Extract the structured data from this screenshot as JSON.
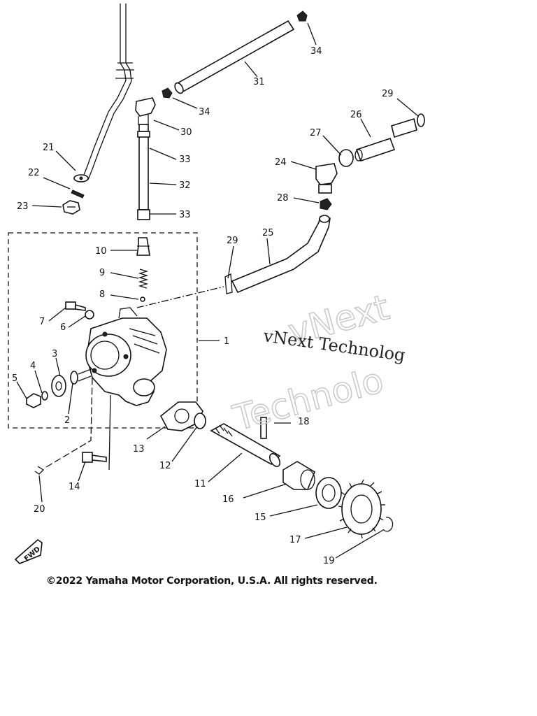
{
  "part_labels": {
    "p1": "1",
    "p2": "2",
    "p3": "3",
    "p4": "4",
    "p5": "5",
    "p6": "6",
    "p7": "7",
    "p8": "8",
    "p9": "9",
    "p10": "10",
    "p11": "11",
    "p12": "12",
    "p13": "13",
    "p14": "14",
    "p15": "15",
    "p16": "16",
    "p17": "17",
    "p18": "18",
    "p19": "19",
    "p20": "20",
    "p21": "21",
    "p22": "22",
    "p23": "23",
    "p24": "24",
    "p25": "25",
    "p26": "26",
    "p27": "27",
    "p28": "28",
    "p29a": "29",
    "p29b": "29",
    "p30": "30",
    "p31": "31",
    "p32": "32",
    "p33a": "33",
    "p33b": "33",
    "p34a": "34",
    "p34b": "34"
  },
  "fwd_label": "FWD",
  "watermark": {
    "line1": "vNext",
    "line2": "Technolo",
    "serif_line": "vNext Technolog"
  },
  "copyright": "©2022 Yamaha Motor Corporation, U.S.A. All rights reserved."
}
